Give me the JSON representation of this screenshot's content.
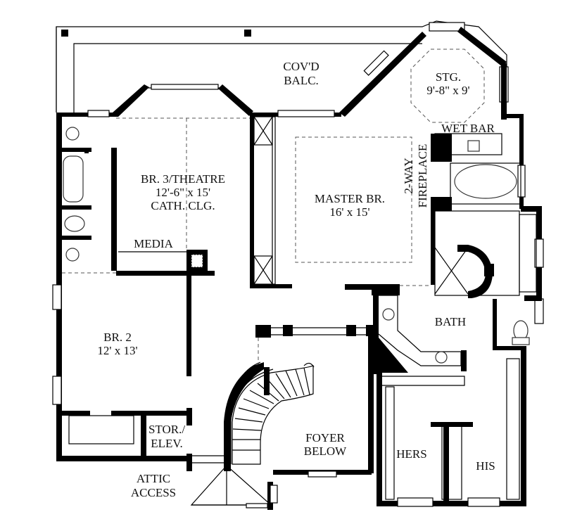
{
  "rooms": {
    "balcony": {
      "line1": "COV'D",
      "line2": "BALC."
    },
    "storage": {
      "line1": "STG.",
      "line2": "9'-8\" x 9'"
    },
    "wet_bar": "WET BAR",
    "fireplace": {
      "line1": "2-WAY",
      "line2": "FIREPLACE"
    },
    "theatre": {
      "line1": "BR. 3/THEATRE",
      "line2": "12'-6\" x 15'",
      "line3": "CATH. CLG."
    },
    "media": "MEDIA",
    "master": {
      "line1": "MASTER BR.",
      "line2": "16' x 15'"
    },
    "bath": "BATH",
    "br2": {
      "line1": "BR. 2",
      "line2": "12' x 13'"
    },
    "stor_elev": {
      "line1": "STOR./",
      "line2": "ELEV."
    },
    "foyer": {
      "line1": "FOYER",
      "line2": "BELOW"
    },
    "hers": "HERS",
    "his": "HIS",
    "attic": {
      "line1": "ATTIC",
      "line2": "ACCESS"
    }
  }
}
